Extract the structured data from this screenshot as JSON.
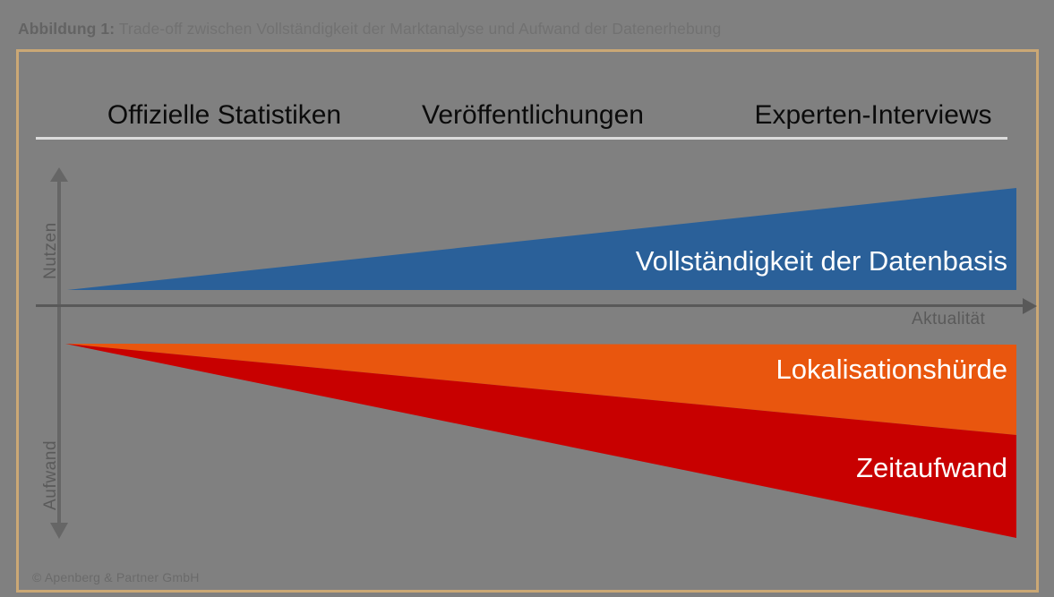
{
  "figure": {
    "caption_prefix": "Abbildung 1:",
    "caption_text": " Trade-off zwischen Vollständigkeit der Marktanalyse und Aufwand der Datenerhebung",
    "credit": "© Apenberg & Partner GmbH",
    "background_color": "#808080",
    "frame_color": "#cba875"
  },
  "columns": [
    {
      "label": "Offizielle Statistiken"
    },
    {
      "label": "Veröffentlichungen"
    },
    {
      "label": "Experten-Interviews"
    }
  ],
  "axes": {
    "up_label": "Nutzen",
    "down_label": "Aufwand",
    "horizontal_label": "Aktualität",
    "axis_color": "#5a5a5a"
  },
  "wedges": [
    {
      "name": "Vollständigkeit der Datenbasis",
      "label": "Vollständigkeit der Datenbasis",
      "color": "#2a6099",
      "direction": "increasing"
    },
    {
      "name": "Lokalisationshürde",
      "label": "Lokalisationshürde",
      "color": "#e9560e",
      "direction": "increasing-downward"
    },
    {
      "name": "Zeitaufwand",
      "label": "Zeitaufwand",
      "color": "#c80000",
      "direction": "increasing-downward"
    }
  ],
  "chart_data": {
    "type": "area",
    "title": "Trade-off zwischen Vollständigkeit der Marktanalyse und Aufwand der Datenerhebung",
    "xlabel": "Aktualität",
    "ylabel": "Nutzen / Aufwand",
    "categories": [
      "Offizielle Statistiken",
      "Veröffentlichungen",
      "Experten-Interviews"
    ],
    "grid": false,
    "legend": "in-shape-labels",
    "series": [
      {
        "name": "Vollständigkeit der Datenbasis",
        "color": "#2a6099",
        "values": [
          0,
          55,
          115
        ]
      },
      {
        "name": "Lokalisationshürde",
        "color": "#e9560e",
        "values": [
          0,
          48,
          100
        ]
      },
      {
        "name": "Zeitaufwand",
        "color": "#c80000",
        "values": [
          0,
          103,
          215
        ]
      }
    ]
  }
}
